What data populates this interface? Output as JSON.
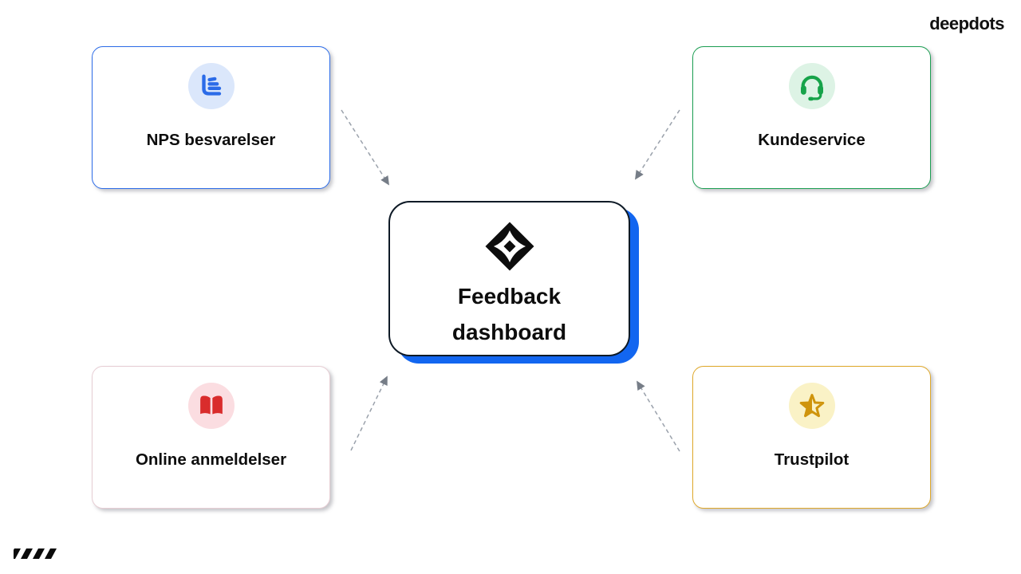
{
  "brand": {
    "logo_text": "deepdots"
  },
  "diagram": {
    "center": {
      "id": "feedback-dashboard",
      "title": "Feedback dashboard",
      "icon": "deepdots-diamond-icon",
      "border_color": "#0e1a26",
      "shadow_color": "#1266f0"
    },
    "sources": [
      {
        "id": "nps",
        "label": "NPS besvarelser",
        "icon": "bar-chart-icon",
        "border_color": "#2b6be8",
        "icon_color": "#2b6be8",
        "icon_bg": "#dbe7fb"
      },
      {
        "id": "kundeservice",
        "label": "Kundeservice",
        "icon": "headset-icon",
        "border_color": "#1b9e52",
        "icon_color": "#17a34a",
        "icon_bg": "#ddf3e5"
      },
      {
        "id": "online-anmeldelser",
        "label": "Online anmeldelser",
        "icon": "open-book-icon",
        "border_color": "#e7ced4",
        "icon_color": "#d92c2c",
        "icon_bg": "#fbdde1"
      },
      {
        "id": "trustpilot",
        "label": "Trustpilot",
        "icon": "star-half-icon",
        "border_color": "#dfa82a",
        "icon_color": "#cf940c",
        "icon_bg": "#faf2c6"
      }
    ],
    "connections": [
      {
        "from": "nps",
        "to": "feedback-dashboard",
        "style": "dashed-arrow"
      },
      {
        "from": "kundeservice",
        "to": "feedback-dashboard",
        "style": "dashed-arrow"
      },
      {
        "from": "online-anmeldelser",
        "to": "feedback-dashboard",
        "style": "dashed-arrow"
      },
      {
        "from": "trustpilot",
        "to": "feedback-dashboard",
        "style": "dashed-arrow"
      }
    ],
    "arrow_colors": {
      "line": "#9aa1ab",
      "head": "#767d87"
    }
  }
}
